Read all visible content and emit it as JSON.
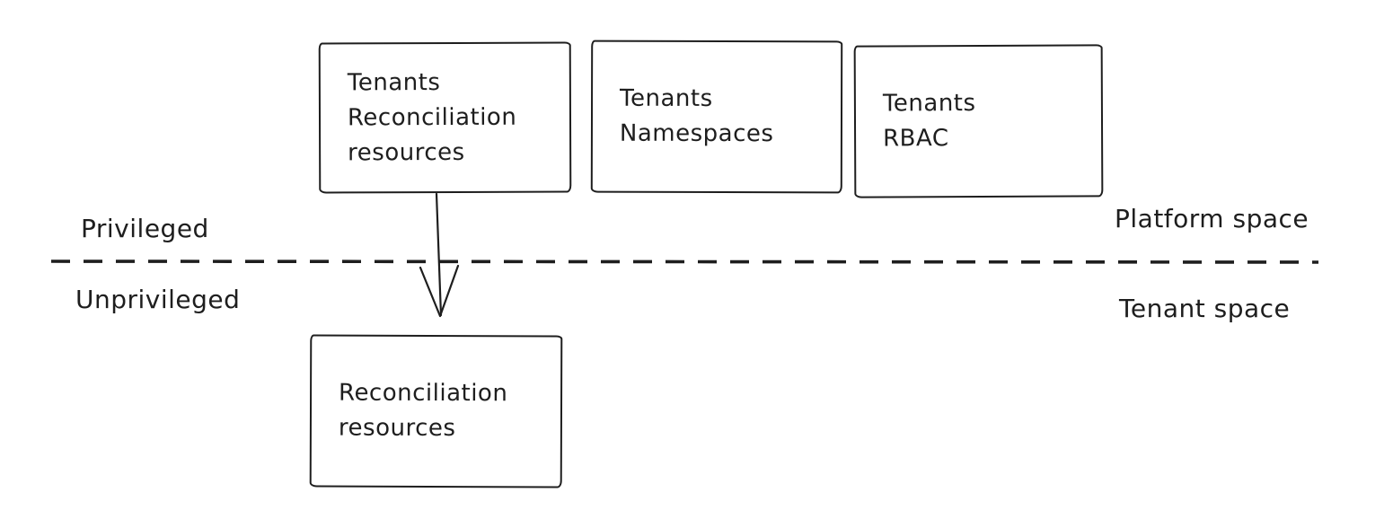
{
  "diagram": {
    "colors": {
      "stroke": "#1e1e1e",
      "background": "#ffffff"
    },
    "boxes": [
      {
        "name": "tenants-reconciliation-resources",
        "lines": [
          "Tenants",
          "Reconciliation",
          "resources"
        ]
      },
      {
        "name": "tenants-namespaces",
        "lines": [
          "Tenants",
          "Namespaces"
        ]
      },
      {
        "name": "tenants-rbac",
        "lines": [
          "Tenants",
          "RBAC"
        ]
      },
      {
        "name": "reconciliation-resources",
        "lines": [
          "Reconciliation",
          "resources"
        ]
      }
    ],
    "labels": {
      "privileged": "Privileged",
      "unprivileged": "Unprivileged",
      "platform_space": "Platform space",
      "tenant_space": "Tenant space"
    },
    "divider": {
      "style": "dashed",
      "meaning_above": "Privileged / Platform space",
      "meaning_below": "Unprivileged / Tenant space"
    },
    "arrows": [
      {
        "from": "tenants-reconciliation-resources",
        "to": "reconciliation-resources"
      }
    ]
  }
}
